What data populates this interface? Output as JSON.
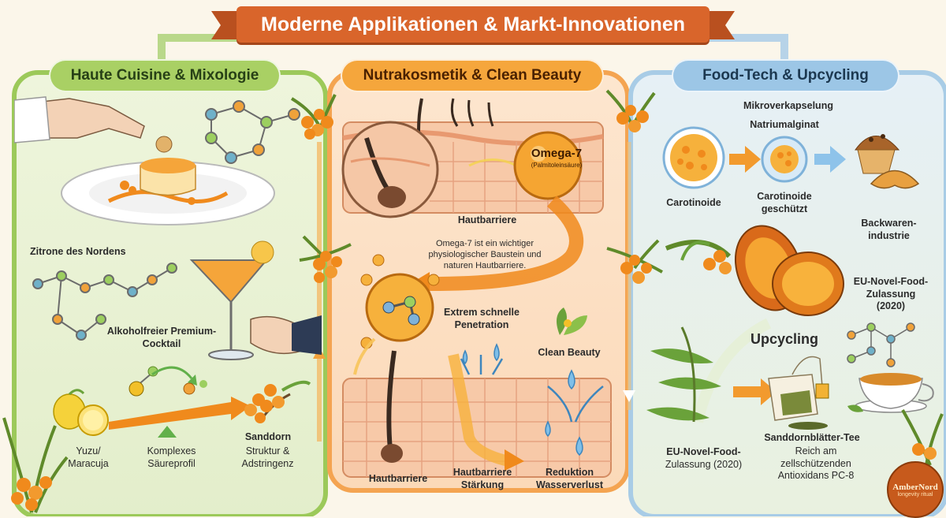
{
  "title": "Moderne Applikationen & Markt-Innovationen",
  "colors": {
    "green": "#8cc04a",
    "orange": "#f29a2e",
    "blue": "#7fb2d9",
    "berry": "#f08a1c",
    "banner": "#d9652b"
  },
  "left": {
    "heading": "Haute Cuisine & Mixologie",
    "zitrone": "Zitrone des Nordens",
    "cocktail": "Alkoholfreier Premium-Cocktail",
    "yuzu": "Yuzu/ Maracuja",
    "saeure": "Komplexes Säureprofil",
    "sanddorn": "Sanddorn",
    "struktur": "Struktur & Adstringenz"
  },
  "center": {
    "heading": "Nutrakosmetik & Clean Beauty",
    "omega": "Omega-7",
    "omega_sub": "(Palmitoleinsäure)",
    "hautbarriere_top": "Hautbarriere",
    "omega_text": "Omega-7 ist ein wichtiger physiologischer Baustein und naturen Hautbarriere.",
    "penetration": "Extrem schnelle Penetration",
    "clean": "Clean Beauty",
    "hautbarriere_bottom": "Hautbarriere",
    "staerkung": "Hautbarriere Stärkung",
    "reduktion": "Reduktion Wasserverlust"
  },
  "right": {
    "heading": "Food-Tech & Upcycling",
    "mikro": "Mikroverkapselung",
    "natrium": "Natriumalginat",
    "carotinoide": "Carotinoide",
    "carotinoide_geschuetzt": "Carotinoide geschützt",
    "backwaren": "Backwaren-industrie",
    "novel_top": "EU-Novel-Food-Zulassung (2020)",
    "upcycling": "Upcycling",
    "novel_bottom_bold": "EU-Novel-Food-",
    "novel_bottom_rest": "Zulassung (2020)",
    "tee": "Sanddornblätter-Tee",
    "tee_sub": "Reich am zellschützenden Antioxidans PC-8"
  },
  "logo": {
    "name": "AmberNord",
    "tag": "longevity ritual"
  }
}
